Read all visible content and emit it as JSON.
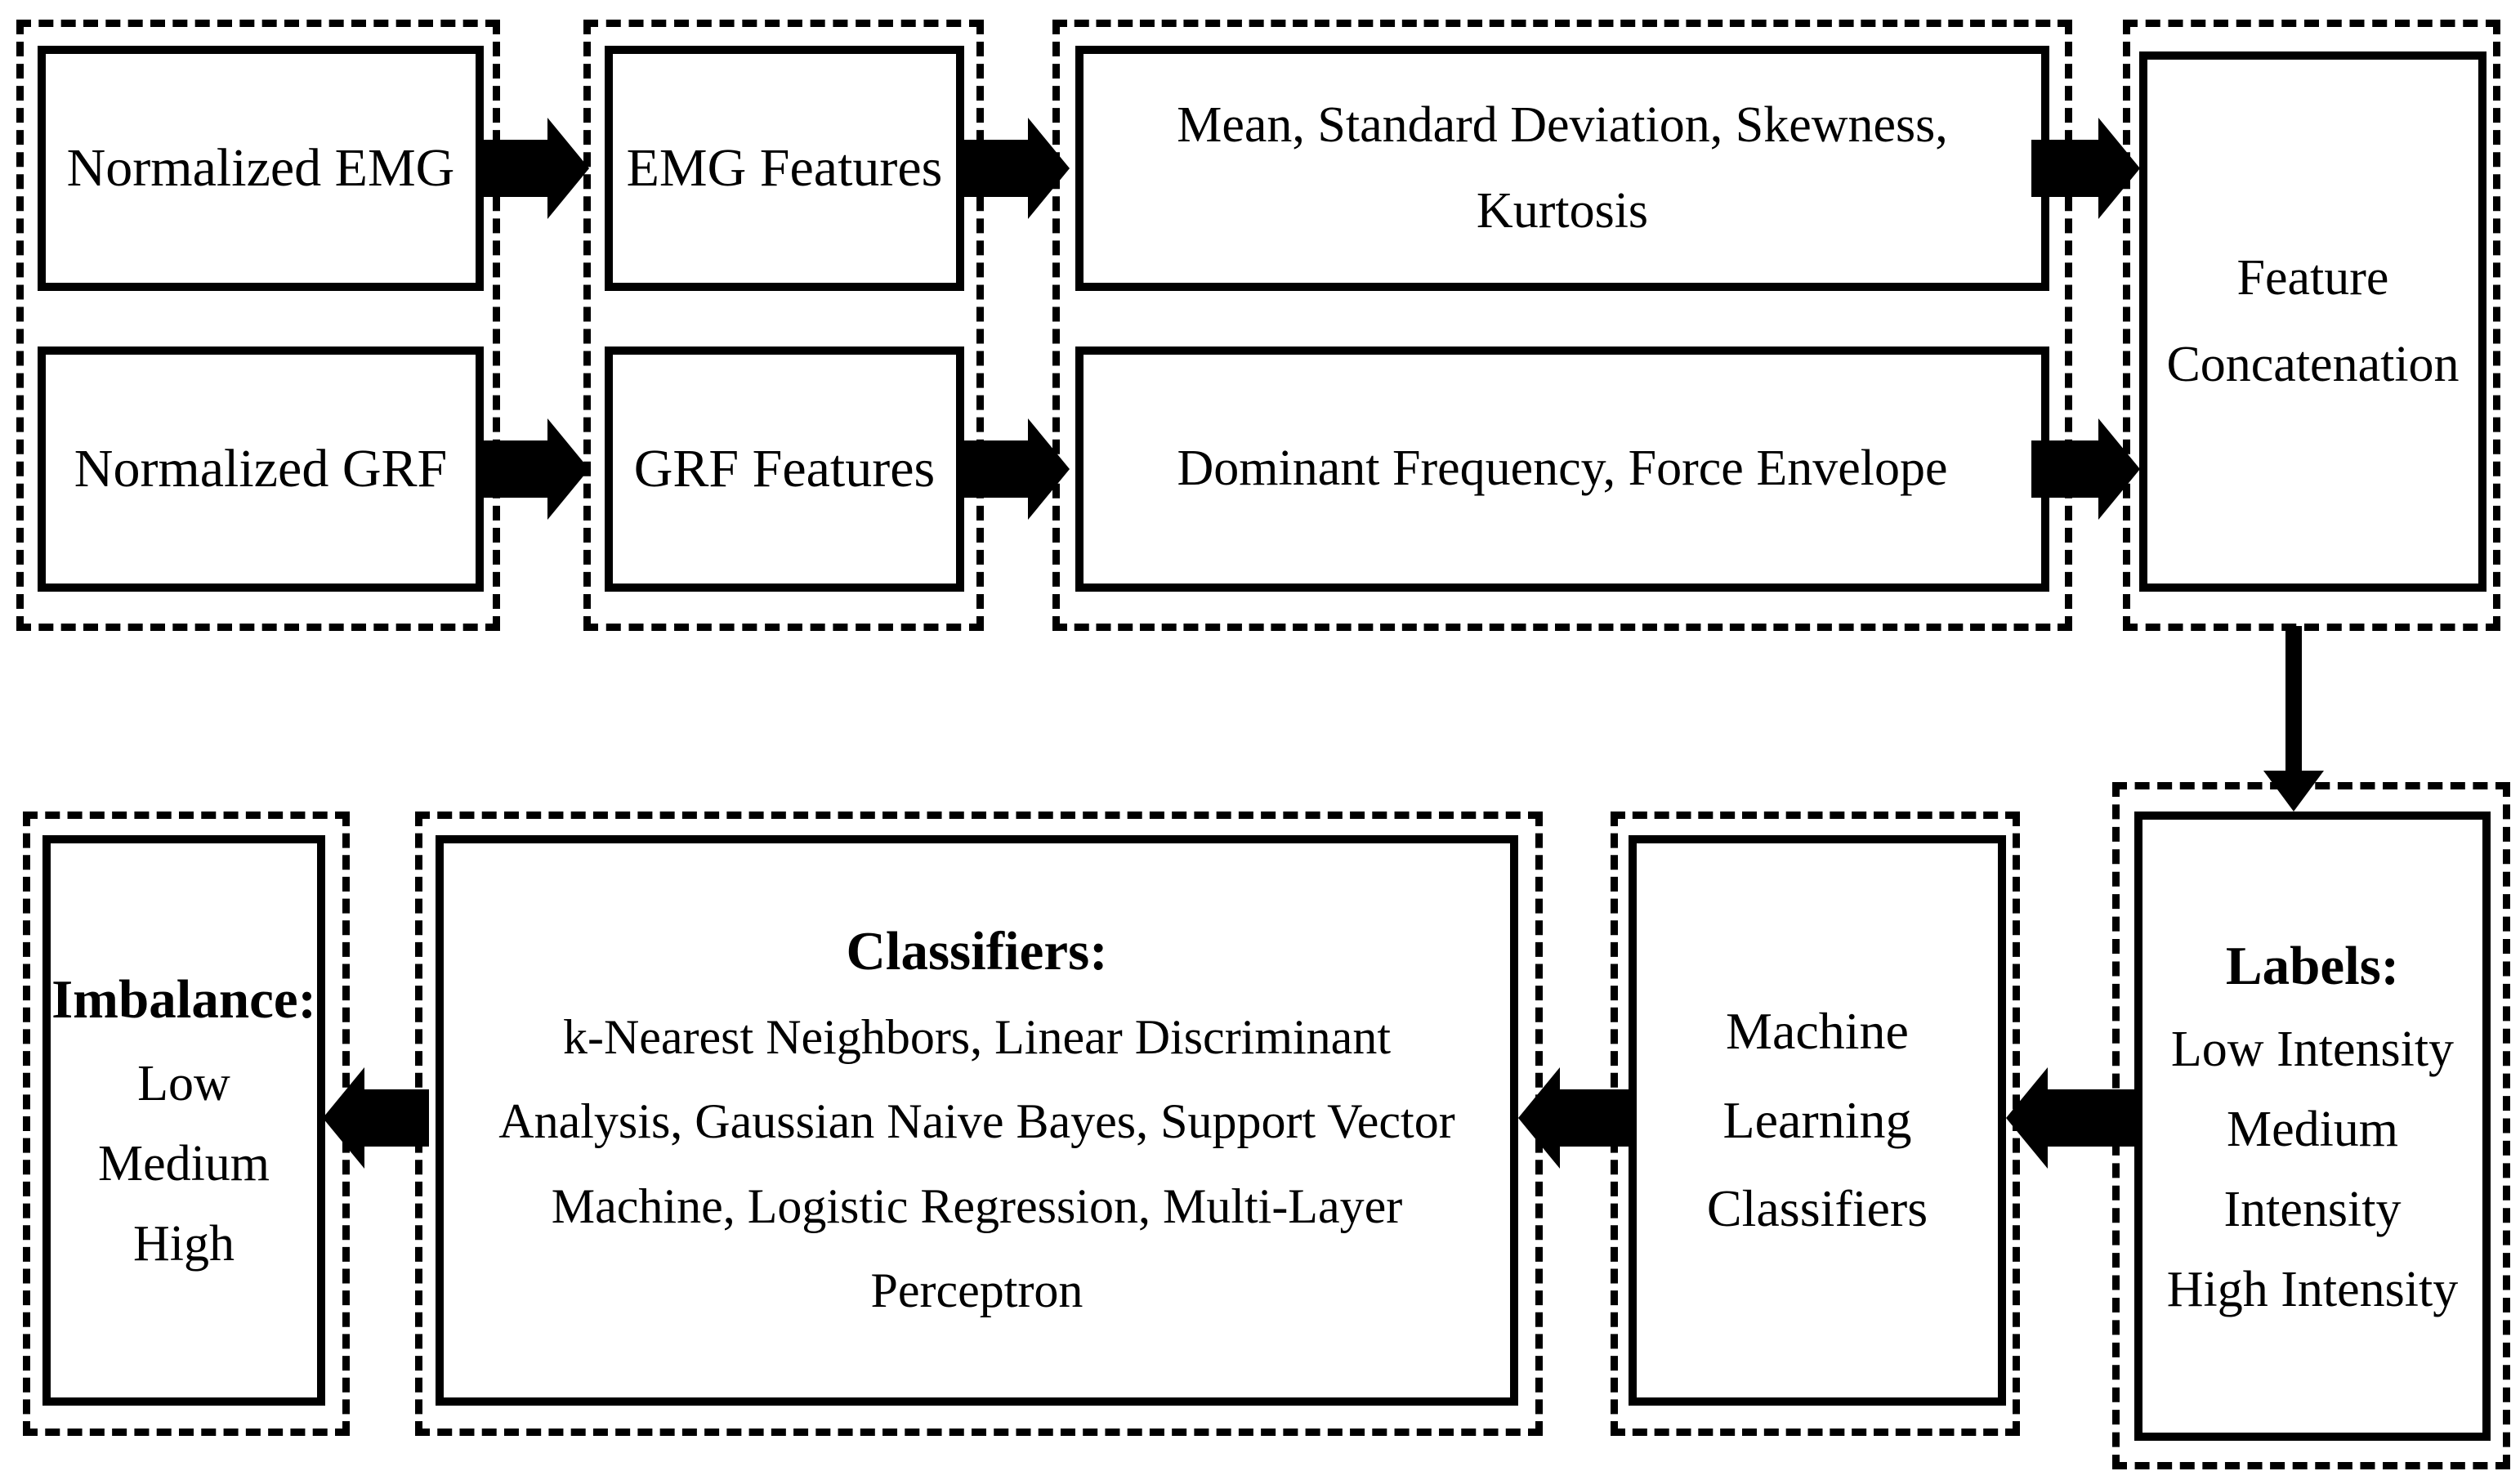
{
  "colors": {
    "ink": "#000000",
    "background": "#ffffff"
  },
  "pipeline_top": {
    "normalized_emg": "Normalized EMG",
    "normalized_grf": "Normalized GRF",
    "emg_features": "EMG Features",
    "grf_features": "GRF Features",
    "emg_feature_list": "Mean, Standard Deviation, Skewness,\nKurtosis",
    "grf_feature_list": "Dominant Frequency, Force Envelope",
    "feature_concatenation": "Feature\nConcatenation"
  },
  "pipeline_bottom": {
    "labels": {
      "heading": "Labels:",
      "body": "Low Intensity\nMedium\nIntensity\nHigh Intensity"
    },
    "machine_learning": "Machine\nLearning\nClassifiers",
    "classifiers": {
      "heading": "Classifiers:",
      "body": "k-Nearest Neighbors, Linear Discriminant\nAnalysis, Gaussian Naive Bayes, Support Vector\nMachine, Logistic Regression, Multi-Layer\nPerceptron"
    },
    "imbalance": {
      "heading": "Imbalance:",
      "body": "Low\nMedium\nHigh"
    }
  }
}
